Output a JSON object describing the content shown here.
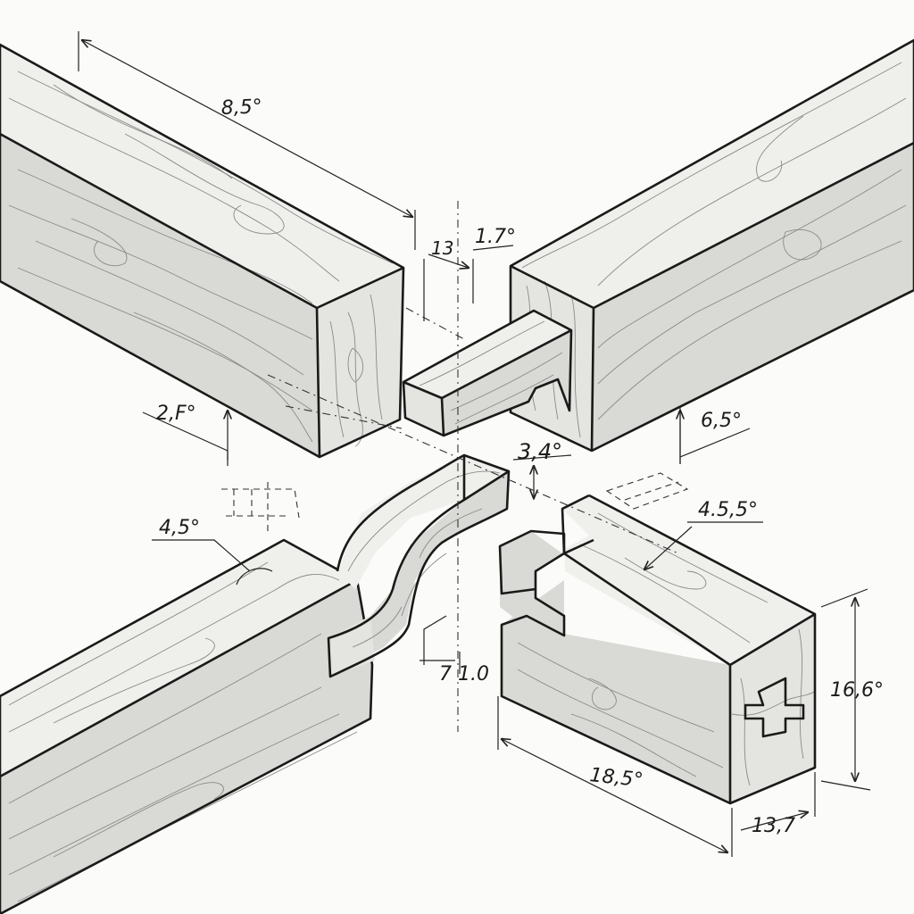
{
  "dimensions": {
    "d1": "8,5°",
    "d2": "13",
    "d3": "1.7°",
    "d4": "2,F°",
    "d5": "6,5°",
    "d6": "3,4°",
    "d7": "4,5°",
    "d8": "4.5,5°",
    "d9": "7 1.0",
    "d10": "16,6°",
    "d11": "18,5°",
    "d12": "13,7"
  }
}
